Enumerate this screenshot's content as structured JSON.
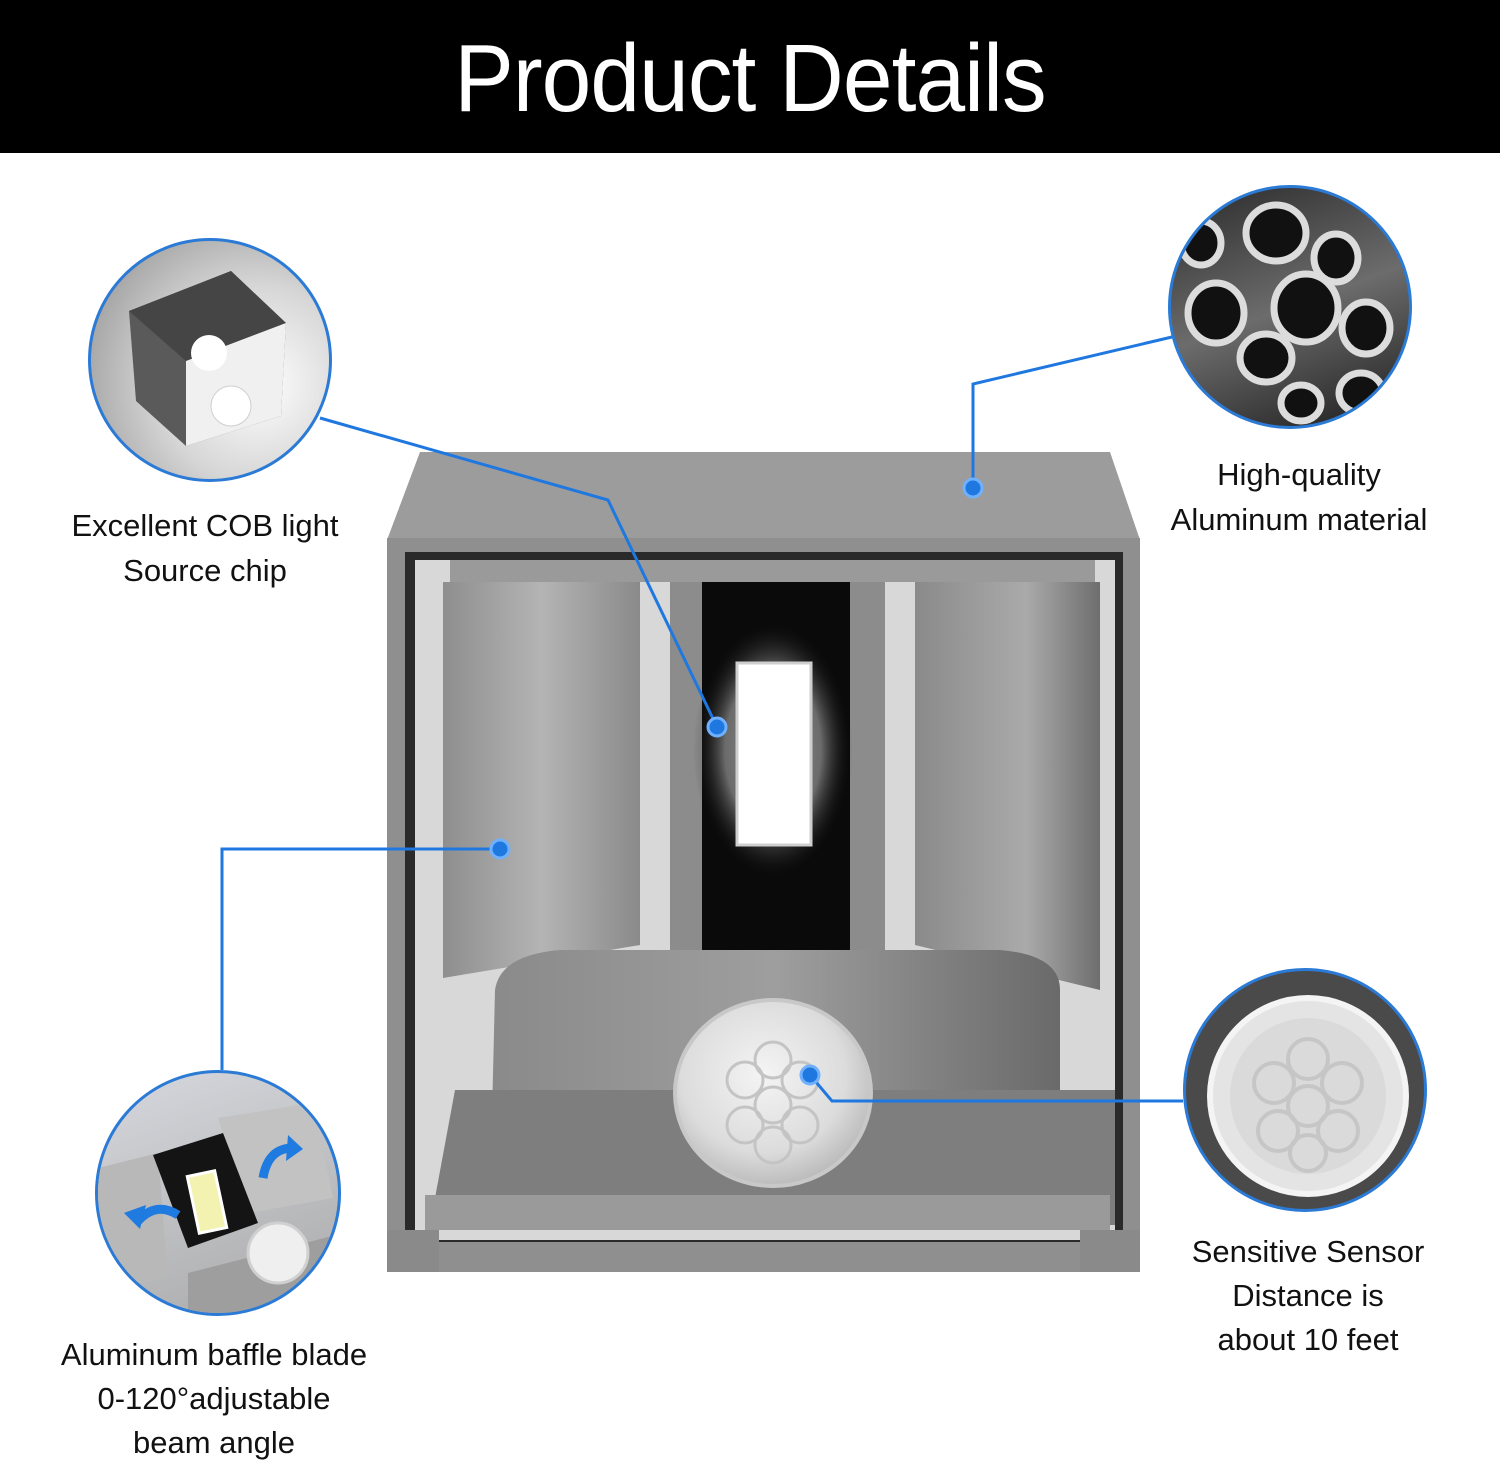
{
  "header": {
    "title": "Product Details",
    "background": "#000000",
    "text_color": "#ffffff"
  },
  "accent_color": "#1f78e0",
  "features": [
    {
      "id": "cob-chip",
      "icon": "cube-lamp-closeup",
      "lines": [
        "Excellent COB light",
        "Source chip"
      ]
    },
    {
      "id": "aluminum-material",
      "icon": "aluminum-pipes",
      "lines": [
        "High-quality",
        "Aluminum material"
      ]
    },
    {
      "id": "baffle-blade",
      "icon": "adjustable-baffle-closeup",
      "lines": [
        "Aluminum baffle blade",
        "0-120°adjustable",
        "beam angle"
      ]
    },
    {
      "id": "sensor",
      "icon": "pir-sensor-closeup",
      "lines": [
        "Sensitive Sensor",
        "Distance is",
        "about 10 feet"
      ]
    }
  ],
  "product": {
    "name": "wall-light-cube",
    "body_color": "#9a9a9a"
  }
}
